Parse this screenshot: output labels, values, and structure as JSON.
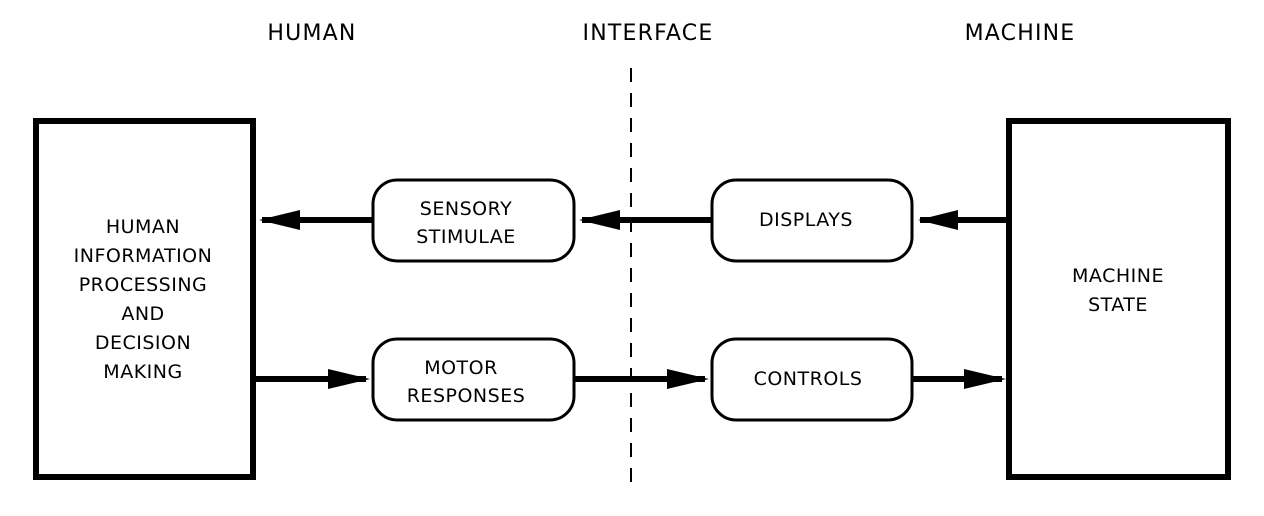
{
  "headers": {
    "human": "HUMAN",
    "interface": "INTERFACE",
    "machine": "MACHINE"
  },
  "boxes": {
    "human_processing": {
      "lines": [
        "HUMAN",
        "INFORMATION",
        "PROCESSING",
        "AND",
        "DECISION",
        "MAKING"
      ]
    },
    "sensory_stimulae": {
      "lines": [
        "SENSORY",
        "STIMULAE"
      ]
    },
    "displays": {
      "lines": [
        "DISPLAYS"
      ]
    },
    "motor_responses": {
      "lines": [
        "MOTOR",
        "RESPONSES"
      ]
    },
    "controls": {
      "lines": [
        "CONTROLS"
      ]
    },
    "machine_state": {
      "lines": [
        "MACHINE",
        "STATE"
      ]
    }
  },
  "colors": {
    "stroke": "#000000",
    "background": "#ffffff"
  }
}
